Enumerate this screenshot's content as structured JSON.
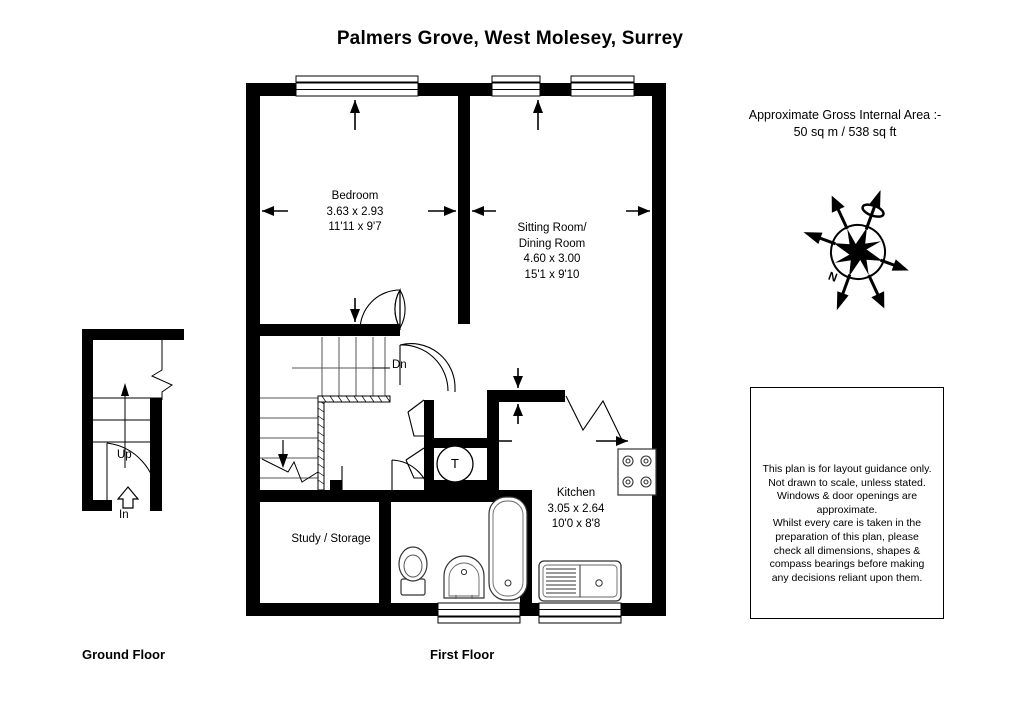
{
  "title": "Palmers Grove, West Molesey, Surrey",
  "area_note": {
    "line1": "Approximate Gross Internal Area :-",
    "line2": "50 sq m / 538 sq ft"
  },
  "floors": {
    "ground_caption": "Ground Floor",
    "first_caption": "First Floor"
  },
  "rooms": {
    "bedroom": {
      "name": "Bedroom",
      "metric": "3.63 x 2.93",
      "imperial": "11'11 x 9'7"
    },
    "sitting_dining": {
      "name_line1": "Sitting Room/",
      "name_line2": "Dining Room",
      "metric": "4.60 x 3.00",
      "imperial": "15'1 x 9'10"
    },
    "kitchen": {
      "name": "Kitchen",
      "metric": "3.05 x 2.64",
      "imperial": "10'0 x 8'8"
    },
    "study_storage": {
      "name": "Study / Storage"
    }
  },
  "annotations": {
    "stairs_down": "Dn",
    "stairs_up": "Up",
    "entrance": "In",
    "tank_marker": "T",
    "compass_north": "N"
  },
  "disclaimer": {
    "line1": "This plan is for layout guidance only.",
    "line2": "Not drawn to scale, unless stated.",
    "line3": "Windows & door openings are",
    "line4": "approximate.",
    "line5": "Whilst every care is taken in the",
    "line6": "preparation of this plan, please",
    "line7": "check all dimensions, shapes &",
    "line8": "compass bearings before making",
    "line9": "any decisions reliant upon them."
  },
  "colors": {
    "wall": "#000000",
    "background": "#ffffff",
    "line": "#000000",
    "fixture_stroke": "#333333"
  }
}
